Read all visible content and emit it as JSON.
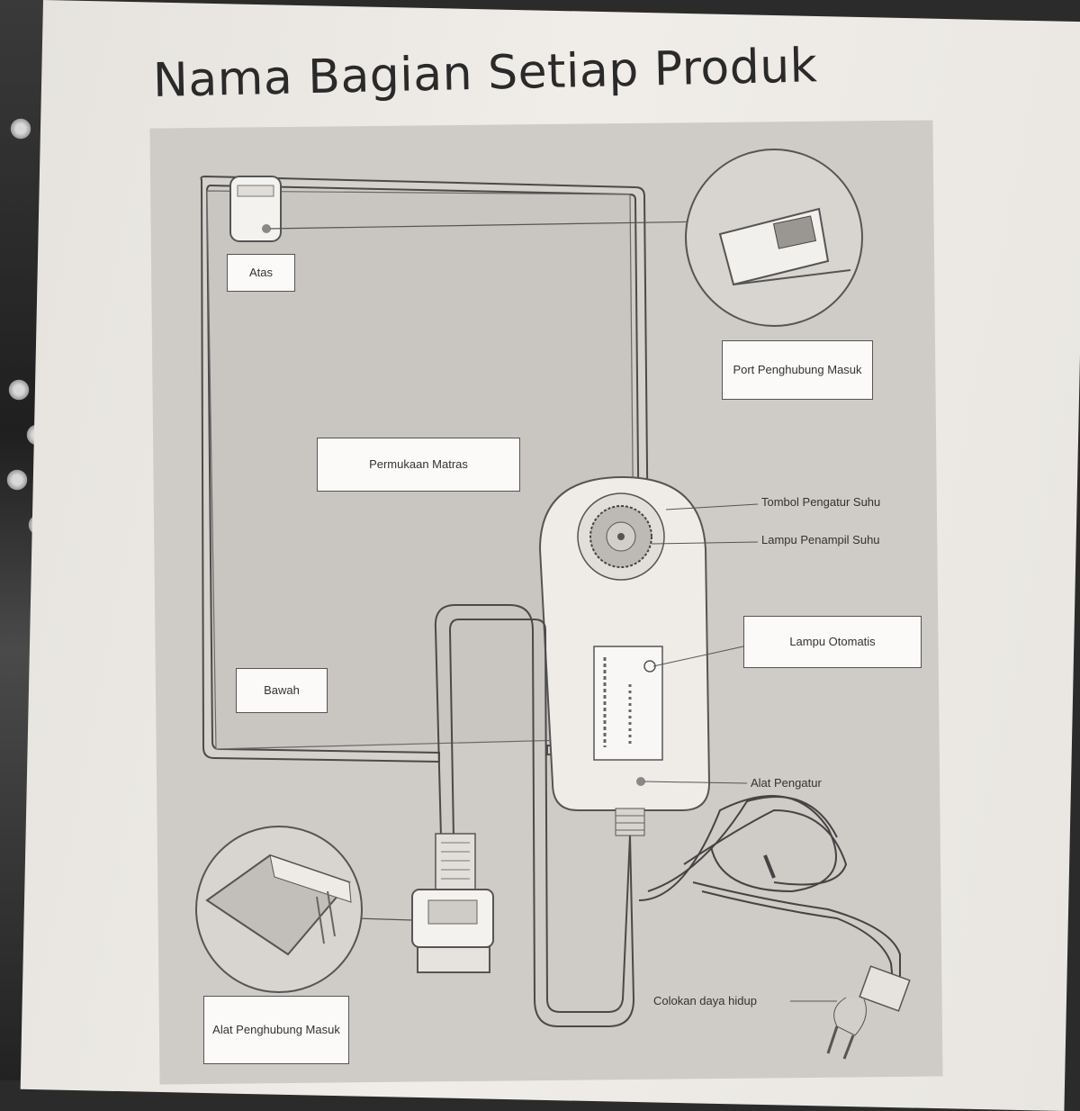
{
  "page": {
    "title": "Nama Bagian Setiap Produk"
  },
  "labels": {
    "atas": "Atas",
    "bawah": "Bawah",
    "permukaan_matras": "Permukaan Matras",
    "port_penghubung_masuk": "Port Penghubung Masuk",
    "tombol_pengatur_suhu": "Tombol Pengatur Suhu",
    "lampu_penampil_suhu": "Lampu Penampil Suhu",
    "lampu_otomatis": "Lampu Otomatis",
    "alat_pengatur": "Alat Pengatur",
    "alat_penghubung_masuk": "Alat Penghubung Masuk",
    "colokan_daya_hidup": "Colokan daya hidup"
  },
  "colors": {
    "panel": "#cfcbc6",
    "paper": "#efece7",
    "ink": "#2a2a2a"
  }
}
